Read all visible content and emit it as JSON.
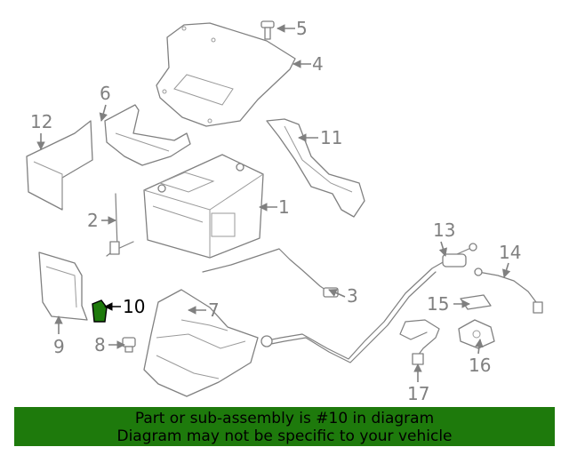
{
  "callouts": {
    "c1": "1",
    "c2": "2",
    "c3": "3",
    "c4": "4",
    "c5": "5",
    "c6": "6",
    "c7": "7",
    "c8": "8",
    "c9": "9",
    "c10": "10",
    "c11": "11",
    "c12": "12",
    "c13": "13",
    "c14": "14",
    "c15": "15",
    "c16": "16",
    "c17": "17"
  },
  "highlight_color": "#1e7a0c",
  "banner": {
    "line1": "Part or sub-assembly is #10 in diagram",
    "line2": "Diagram may not be specific to your vehicle",
    "background": "#1e7a0c"
  }
}
